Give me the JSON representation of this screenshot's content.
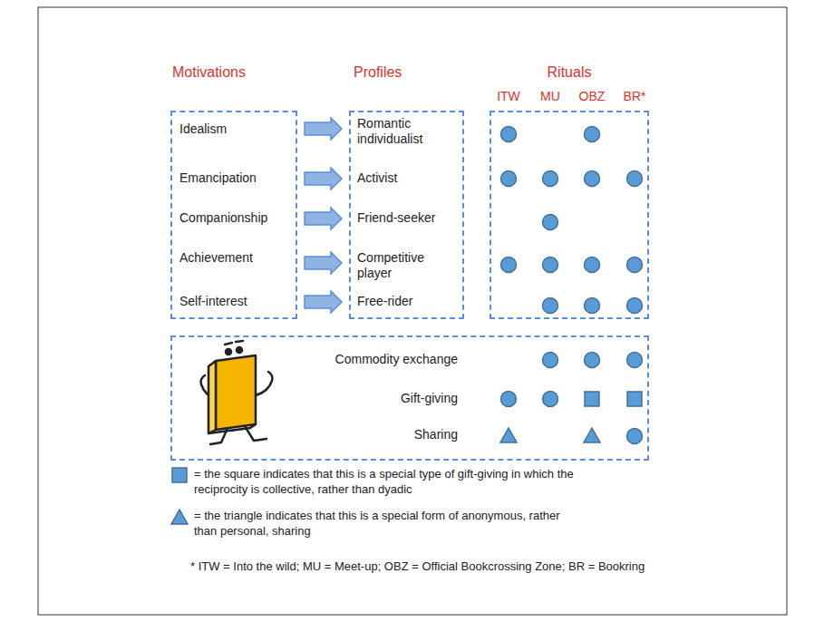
{
  "diagram": {
    "nodes": [
      {
        "text": [
          "Motivations",
          "Idealism",
          "Emancipation",
          "Companionship",
          "Achievement",
          "Self-interest"
        ]
      },
      {
        "text": [
          "Profiles",
          "Romantic individualist",
          "Activist",
          "Friend-seeker",
          "Competitive player",
          "Free-rider"
        ]
      },
      {
        "text": [
          "Rituals",
          "ITW",
          "MU",
          "OBZ",
          "BR*"
        ]
      },
      {
        "text": [
          "Commodity exchange",
          "Gift-giving",
          "Sharing"
        ]
      }
    ],
    "edges": [
      {
        "from": 0,
        "to": 1,
        "arrow": "to"
      },
      {
        "from": 0,
        "to": 1,
        "arrow": "to"
      },
      {
        "from": 0,
        "to": 1,
        "arrow": "to"
      },
      {
        "from": 0,
        "to": 1,
        "arrow": "to"
      },
      {
        "from": 0,
        "to": 1,
        "arrow": "to"
      }
    ],
    "labels": [
      "* ITW = Into the wild; MU = Meet-up; OBZ = Official Bookcrossing Zone; BR = Bookring"
    ],
    "legend": [
      {
        "text": "= the square indicates that this is a special type of gift-giving in which the reciprocity is collective, rather than dyadic"
      },
      {
        "text": "= the triangle indicates that this is a special form of anonymous, rather than personal, sharing"
      }
    ]
  }
}
